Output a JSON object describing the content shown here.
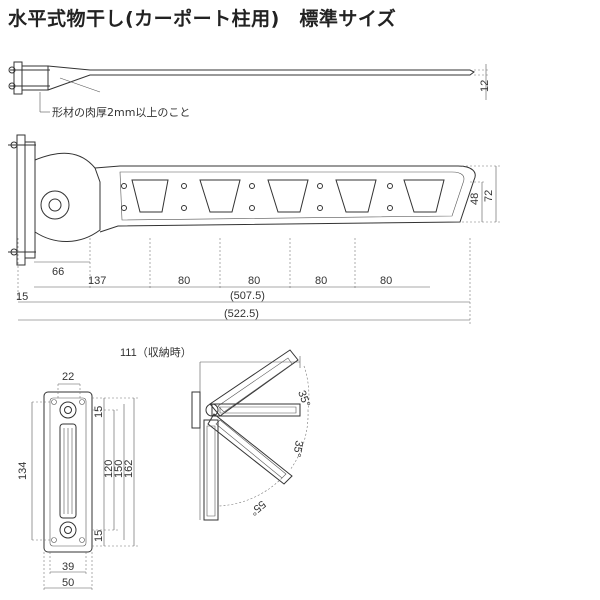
{
  "title": "水平式物干し(カーポート柱用)　標準サイズ",
  "note": "形材の肉厚2mm以上のこと",
  "top_view": {
    "thickness": "12"
  },
  "side_view": {
    "height_48": "48",
    "height_72": "72",
    "dim_66": "66",
    "dim_137": "137",
    "dim_80": [
      "80",
      "80",
      "80",
      "80"
    ],
    "dim_15": "15",
    "dim_507": "(507.5)",
    "dim_522": "(522.5)"
  },
  "bracket_view": {
    "top_22": "22",
    "h_134": "134",
    "h_15a": "15",
    "h_120": "120",
    "h_150": "150",
    "h_162": "162",
    "h_15b": "15",
    "w_39": "39",
    "w_50": "50"
  },
  "fold_view": {
    "stowed": "111（収納時）",
    "angle1": "35°",
    "angle2": "35°",
    "angle3": "55°"
  },
  "colors": {
    "line": "#333333",
    "background": "#ffffff"
  }
}
